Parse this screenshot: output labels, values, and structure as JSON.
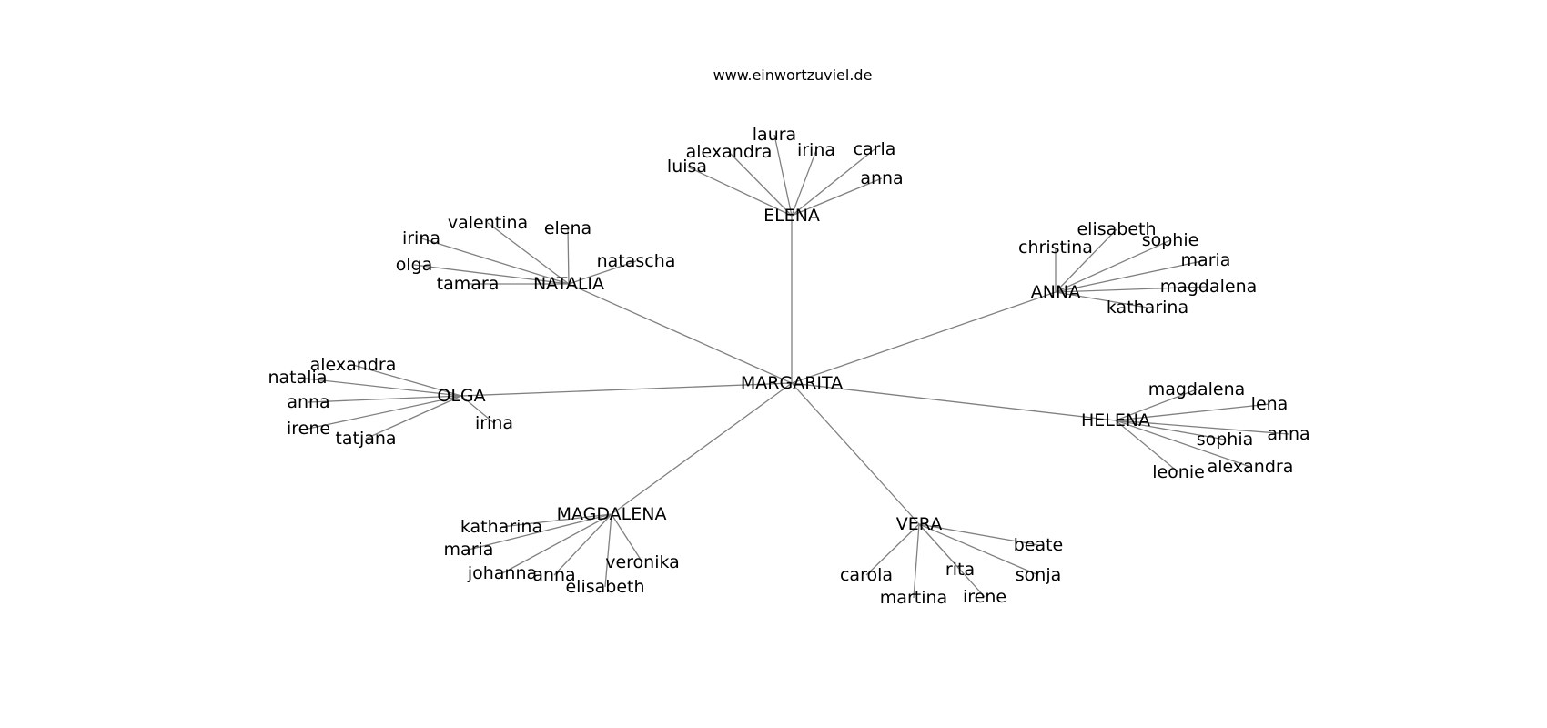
{
  "page": {
    "title": "www.einwortzuviel.de"
  },
  "diagram": {
    "type": "tree",
    "colors": {
      "edge": "#808080",
      "text": "#000000",
      "background": "#ffffff"
    },
    "root": "MARGARITA",
    "hubs": [
      {
        "name": "ELENA",
        "children": [
          "laura",
          "alexandra",
          "irina",
          "carla",
          "luisa",
          "anna"
        ]
      },
      {
        "name": "NATALIA",
        "children": [
          "valentina",
          "elena",
          "irina",
          "natascha",
          "olga",
          "tamara"
        ]
      },
      {
        "name": "ANNA",
        "children": [
          "elisabeth",
          "christina",
          "sophie",
          "maria",
          "magdalena",
          "katharina"
        ]
      },
      {
        "name": "OLGA",
        "children": [
          "alexandra",
          "natalia",
          "anna",
          "irene",
          "tatjana",
          "irina"
        ]
      },
      {
        "name": "HELENA",
        "children": [
          "magdalena",
          "lena",
          "sophia",
          "anna",
          "alexandra",
          "leonie"
        ]
      },
      {
        "name": "MAGDALENA",
        "children": [
          "katharina",
          "maria",
          "johanna",
          "anna",
          "elisabeth",
          "veronika"
        ]
      },
      {
        "name": "VERA",
        "children": [
          "beate",
          "rita",
          "sonja",
          "carola",
          "martina",
          "irene"
        ]
      }
    ]
  }
}
